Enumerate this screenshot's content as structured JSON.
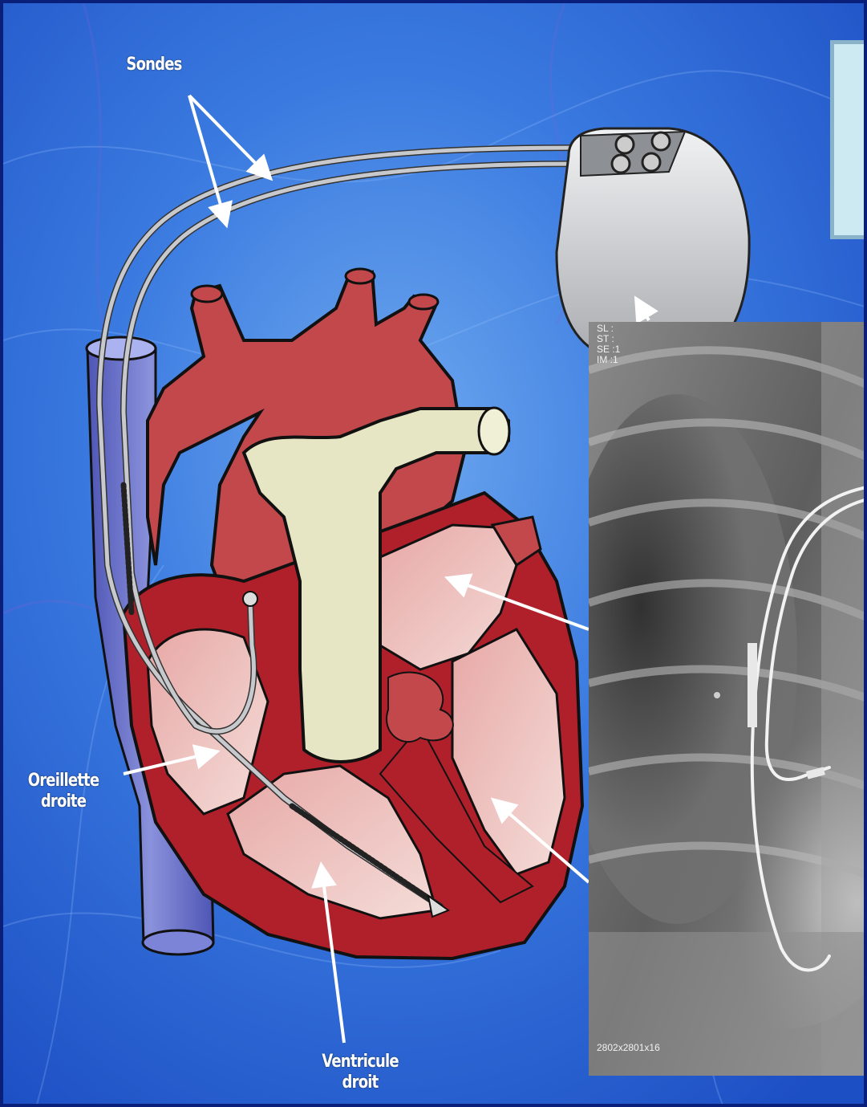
{
  "labels": {
    "sondes": "Sondes",
    "oreillette": "Oreillette\ndroite",
    "ventricule": "Ventricule\ndroit"
  },
  "xray": {
    "meta_top": "SL :\nST :\nSE :1\nIM :1",
    "meta_bottom": "2802x2801x16"
  },
  "colors": {
    "background": "#2a63d6",
    "heart_red": "#c2484c",
    "heart_dark": "#b0202a",
    "chamber_pink": "#e9b1ad",
    "vessel_cream": "#e6e6c4",
    "vein_blue": "#6a72c9",
    "device_grey": "#cfd1d4",
    "box_fill": "#cdeaf2"
  },
  "icons": [
    "pacemaker-device-icon",
    "heart-illustration-icon"
  ]
}
